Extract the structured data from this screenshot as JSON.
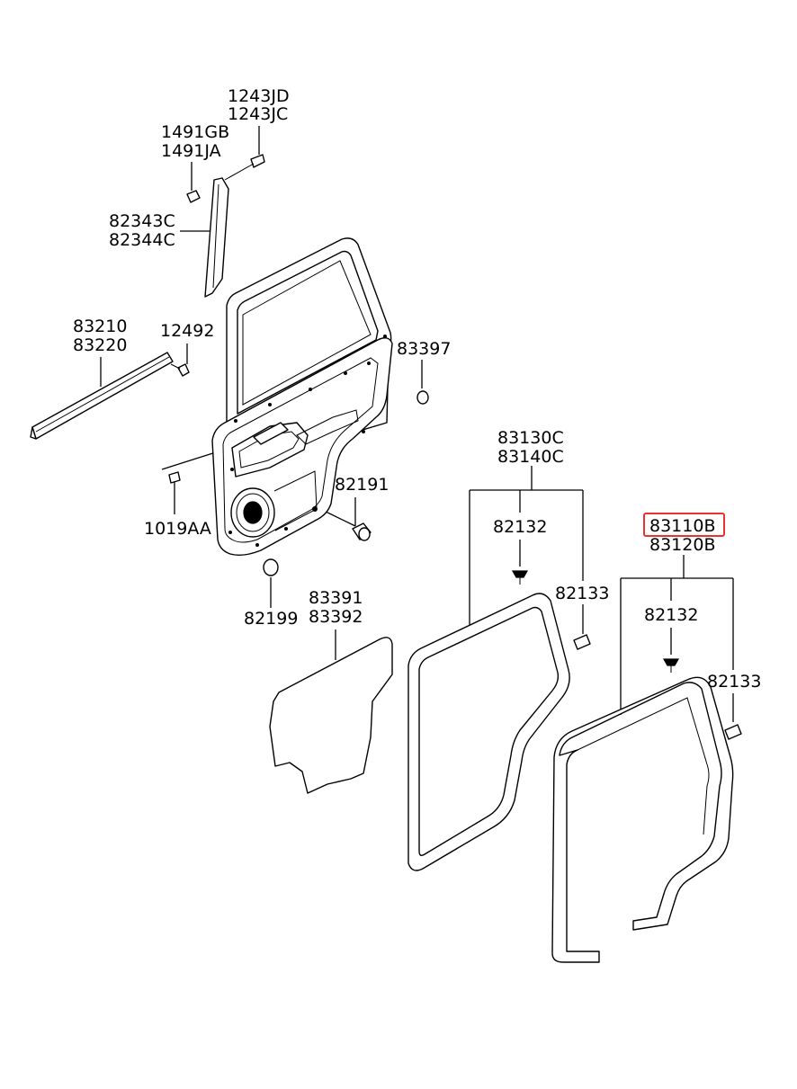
{
  "labels": {
    "p1243JD": "1243JD",
    "p1243JC": "1243JC",
    "p1491GB": "1491GB",
    "p1491JA": "1491JA",
    "p82343C": "82343C",
    "p82344C": "82344C",
    "p83210": "83210",
    "p83220": "83220",
    "p12492": "12492",
    "p83397": "83397",
    "p83130C": "83130C",
    "p83140C": "83140C",
    "p82191": "82191",
    "p1019AA": "1019AA",
    "p82132a": "82132",
    "p83110B": "83110B",
    "p83120B": "83120B",
    "p82133a": "82133",
    "p82199": "82199",
    "p83391": "83391",
    "p83392": "83392",
    "p82132b": "82132",
    "p82133b": "82133"
  },
  "highlight_color": "#e8342c"
}
